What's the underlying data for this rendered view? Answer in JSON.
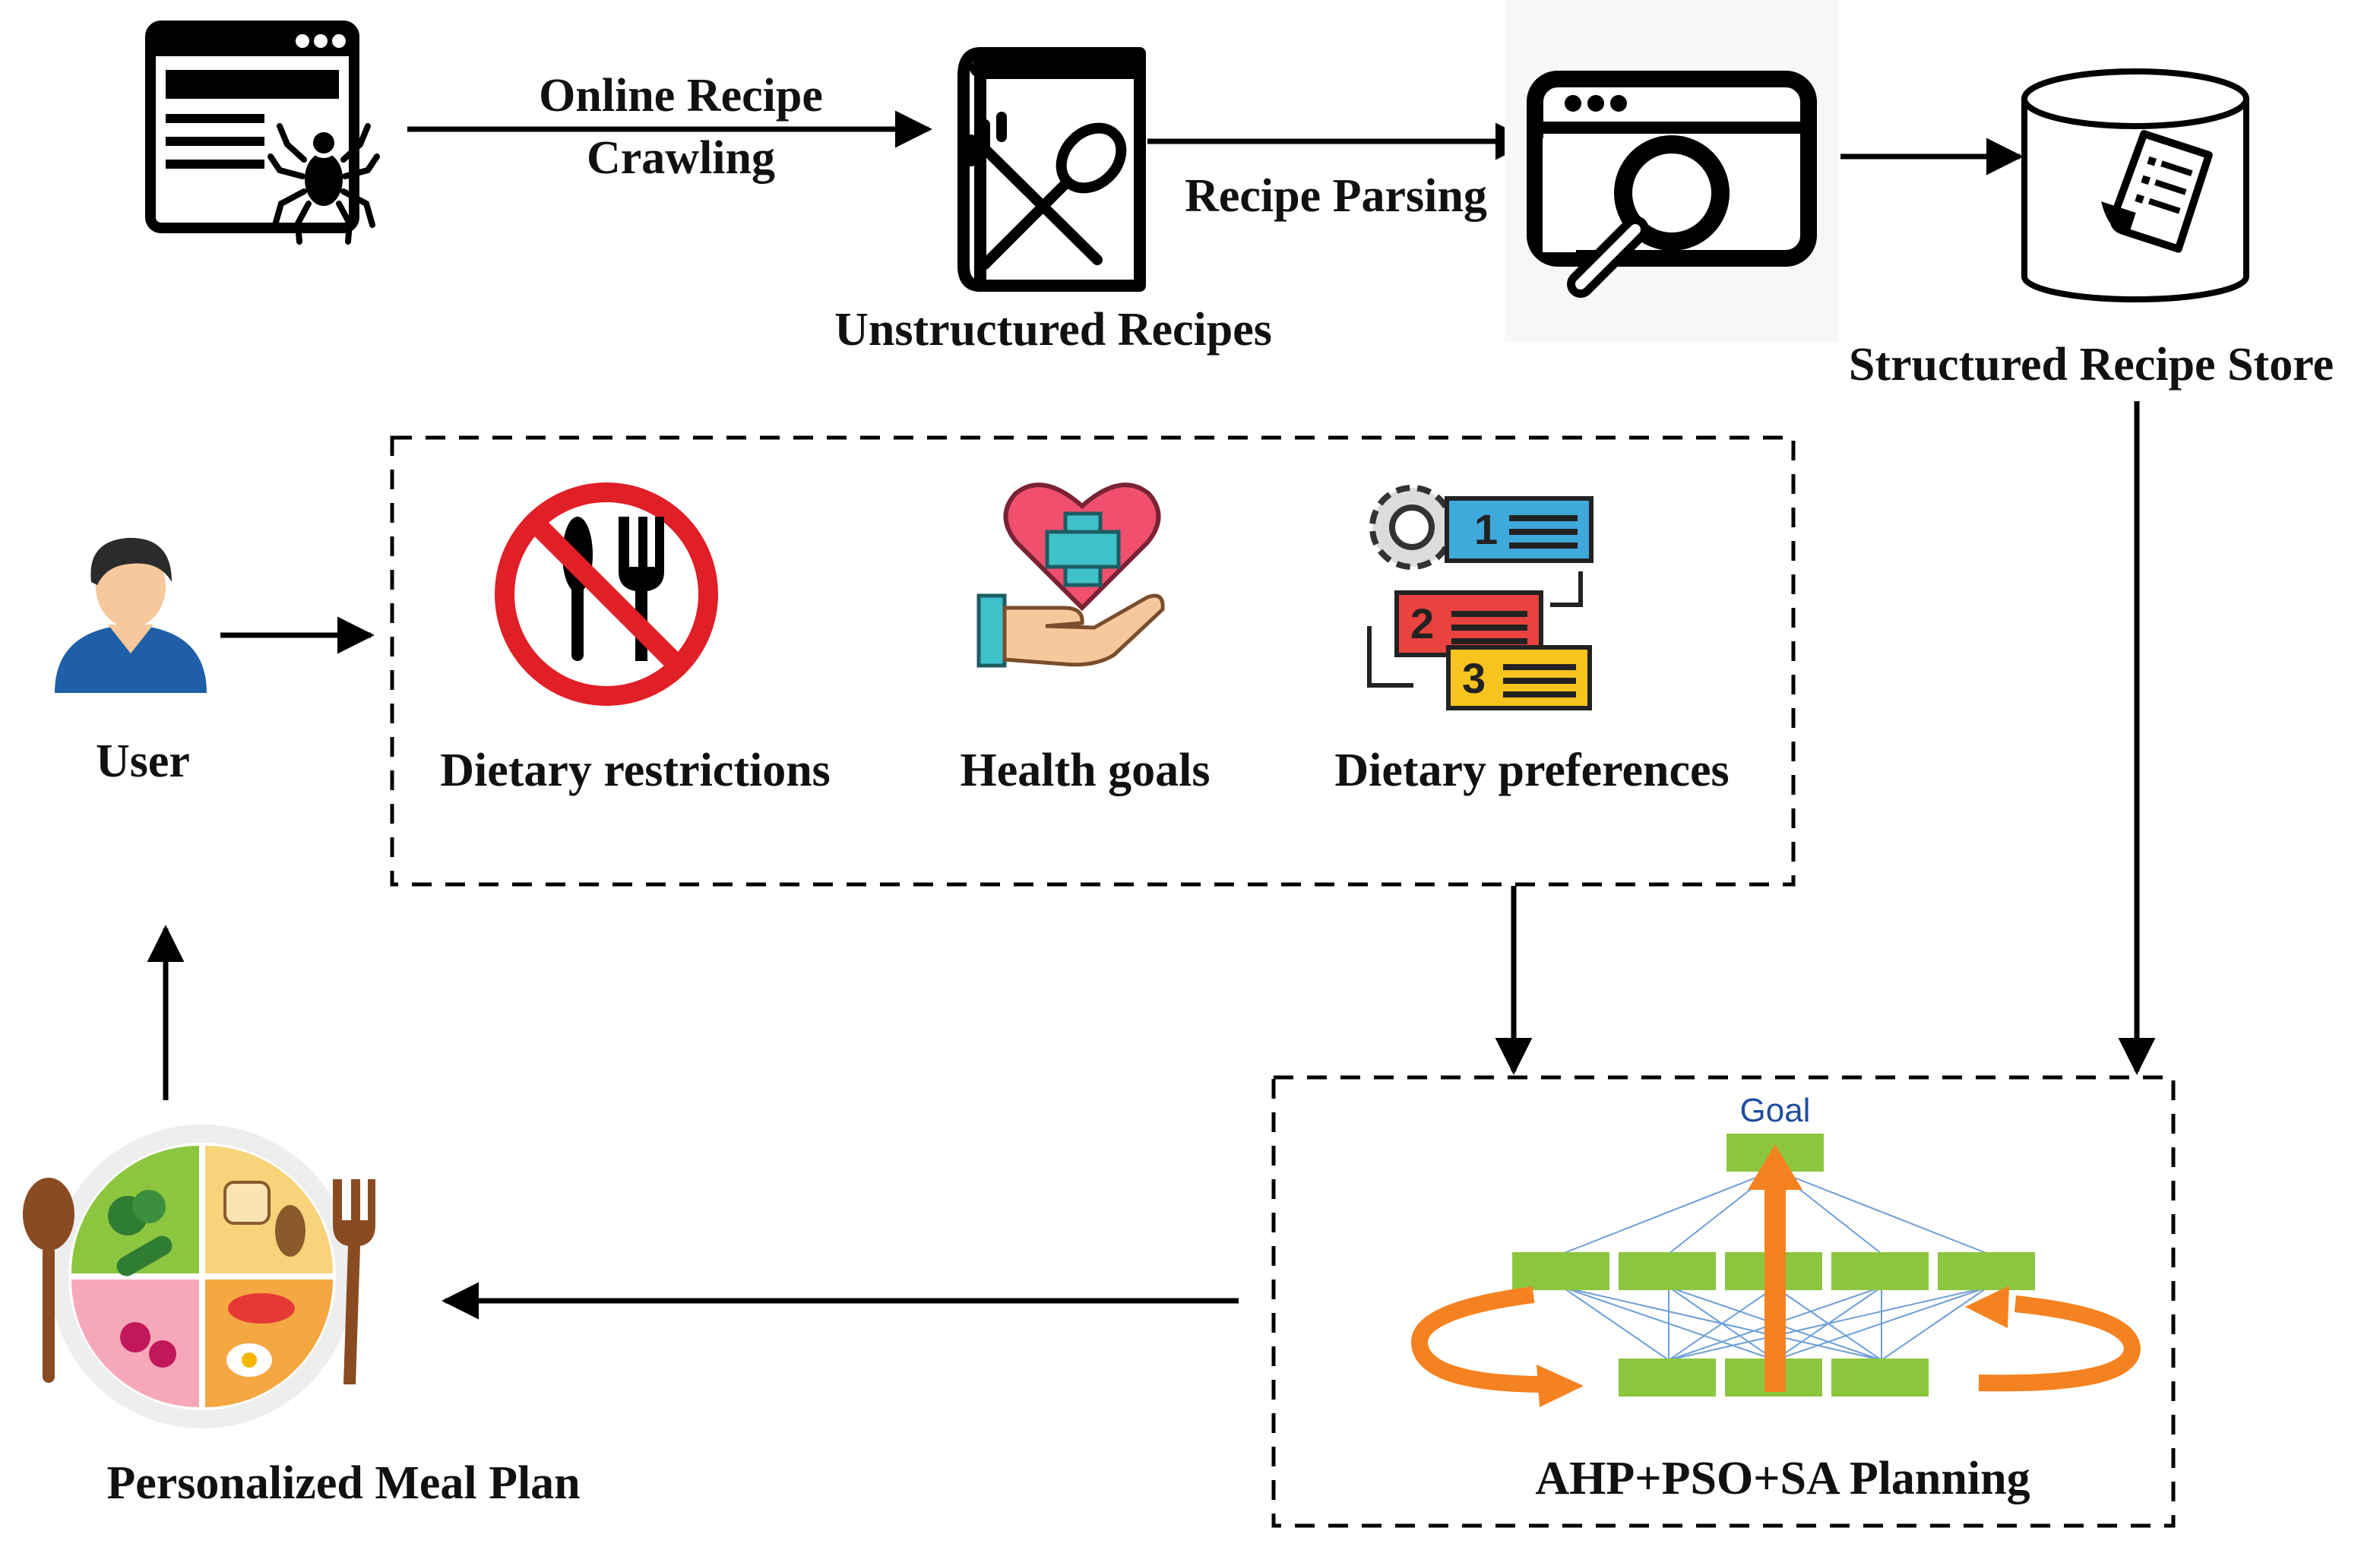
{
  "labels": {
    "online_recipe_crawling_line1": "Online Recipe",
    "online_recipe_crawling_line2": "Crawling",
    "recipe_parsing": "Recipe Parsing",
    "unstructured_recipes": "Unstructured Recipes",
    "structured_recipe_store": "Structured Recipe Store",
    "user": "User",
    "dietary_restrictions": "Dietary restrictions",
    "health_goals": "Health goals",
    "dietary_preferences": "Dietary preferences",
    "goal": "Goal",
    "planning": "AHP+PSO+SA Planning",
    "personalized_meal_plan": "Personalized Meal Plan"
  },
  "preference_numbers": [
    "1",
    "2",
    "3"
  ],
  "colors": {
    "arrow": "#000000",
    "node_green": "#8cc63e",
    "orange_arrow": "#f58220",
    "goal_text": "#1f4e9c",
    "prohibition_red": "#e01f26",
    "heart_pink": "#f0506e",
    "skin": "#f7c89b",
    "shirt_blue": "#1e5fa8"
  },
  "icons": [
    "web-crawler-icon",
    "recipe-book-icon",
    "browser-search-icon",
    "database-icon",
    "user-avatar-icon",
    "no-food-icon",
    "heart-care-icon",
    "preference-list-icon",
    "ahp-pso-network-icon",
    "meal-plate-icon"
  ]
}
